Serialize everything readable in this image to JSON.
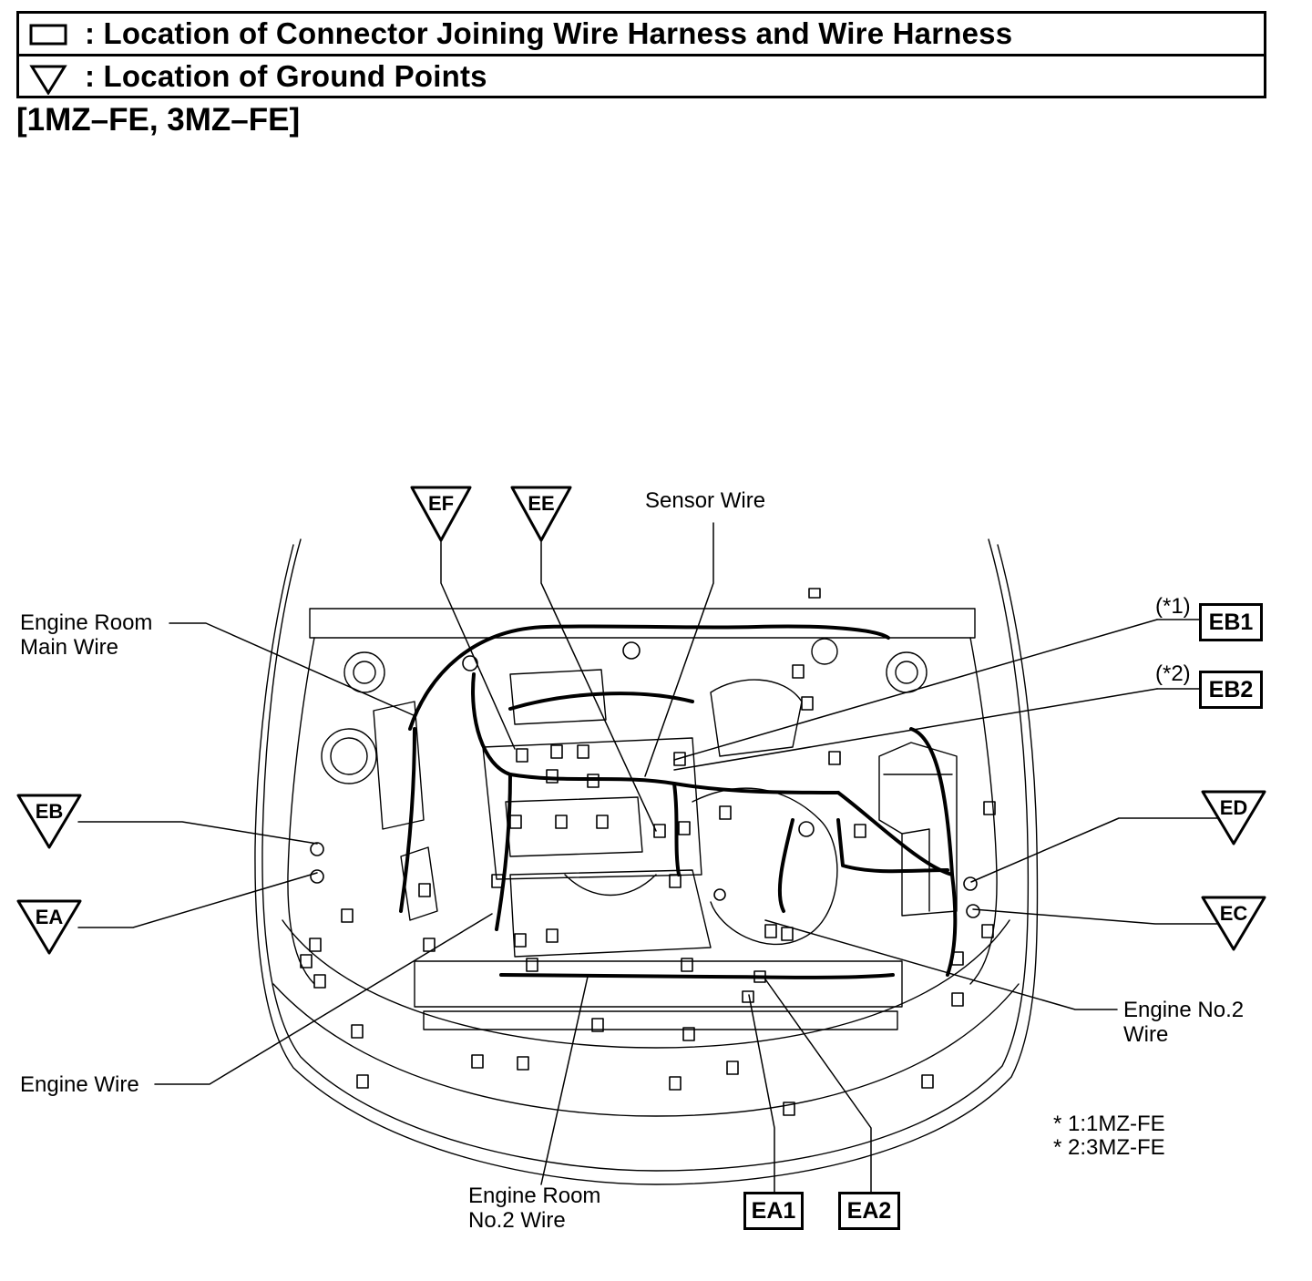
{
  "legend": {
    "connector_symbol": "rectangle-icon",
    "connector_text": ": Location of Connector Joining Wire Harness and Wire Harness",
    "ground_symbol": "down-triangle-icon",
    "ground_text": ": Location of Ground Points"
  },
  "variant_title": "[1MZ–FE, 3MZ–FE]",
  "ground_points": {
    "ef": "EF",
    "ee": "EE",
    "eb": "EB",
    "ea": "EA",
    "ed": "ED",
    "ec": "EC"
  },
  "connectors": {
    "eb1": "EB1",
    "eb2": "EB2",
    "ea1": "EA1",
    "ea2": "EA2"
  },
  "notes": {
    "eb1": "(*1)",
    "eb2": "(*2)"
  },
  "wire_labels": {
    "sensor_wire": "Sensor Wire",
    "engine_room_main_line1": "Engine Room",
    "engine_room_main_line2": "Main Wire",
    "engine_wire": "Engine Wire",
    "engine_no2_line1": "Engine No.2",
    "engine_no2_line2": "Wire",
    "engine_room_no2_line1": "Engine Room",
    "engine_room_no2_line2": "No.2 Wire"
  },
  "footnotes": {
    "line1": "* 1:1MZ-FE",
    "line2": "* 2:3MZ-FE"
  }
}
